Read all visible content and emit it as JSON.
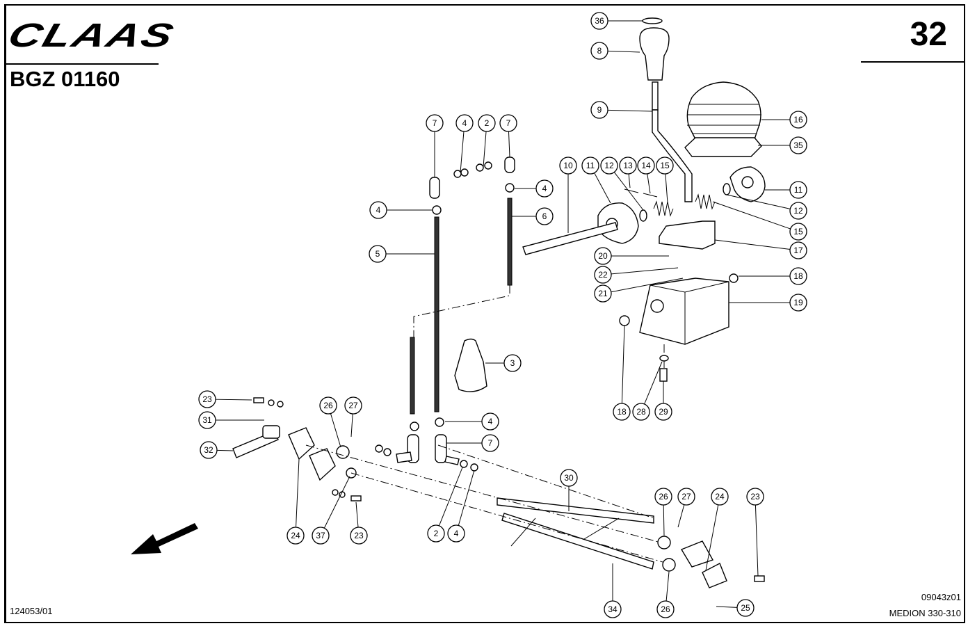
{
  "header": {
    "brand": "CLAAS",
    "document_code": "BGZ 01160",
    "page_number": "32"
  },
  "footer": {
    "drawing_ref": "124053/01",
    "figure_code": "09043z01",
    "model": "MEDION 330-310"
  },
  "callouts": [
    "36",
    "8",
    "9",
    "16",
    "35",
    "7",
    "4",
    "2",
    "7",
    "4",
    "4",
    "6",
    "5",
    "10",
    "11",
    "12",
    "13",
    "14",
    "15",
    "11",
    "12",
    "15",
    "17",
    "20",
    "22",
    "21",
    "18",
    "19",
    "3",
    "18",
    "28",
    "29",
    "23",
    "31",
    "32",
    "26",
    "27",
    "4",
    "7",
    "30",
    "24",
    "37",
    "23",
    "2",
    "4",
    "26",
    "27",
    "24",
    "23",
    "34",
    "26",
    "25"
  ],
  "icons": {
    "direction_arrow": "arrow-down-left-icon"
  }
}
